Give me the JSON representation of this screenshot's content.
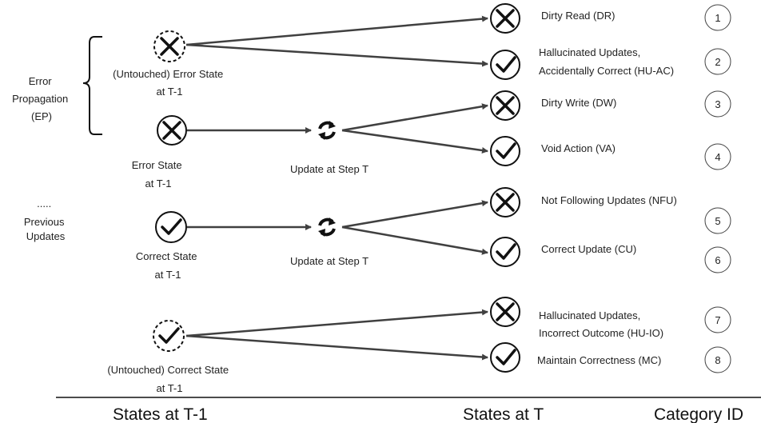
{
  "left_labels": {
    "ep": [
      "Error",
      "Propagation",
      "(EP)"
    ],
    "previous": [
      ".....",
      "Previous",
      "Updates"
    ]
  },
  "source_states": [
    {
      "lines": [
        "(Untouched) Error State",
        "at T-1"
      ],
      "icon": "cross-icon-dashed"
    },
    {
      "lines": [
        "Error State",
        "at T-1"
      ],
      "icon": "cross-icon"
    },
    {
      "lines": [
        "Correct State",
        "at T-1"
      ],
      "icon": "check-icon"
    },
    {
      "lines": [
        "(Untouched) Correct State",
        "at T-1"
      ],
      "icon": "check-icon-dashed"
    }
  ],
  "update_label": "Update at Step T",
  "outcomes": [
    {
      "icon": "cross-icon",
      "lines": [
        "Dirty Read (DR)"
      ],
      "id": "1"
    },
    {
      "icon": "check-icon",
      "lines": [
        "Hallucinated Updates,",
        "Accidentally Correct (HU-AC)"
      ],
      "id": "2"
    },
    {
      "icon": "cross-icon",
      "lines": [
        "Dirty Write (DW)"
      ],
      "id": "3"
    },
    {
      "icon": "check-icon",
      "lines": [
        "Void Action (VA)"
      ],
      "id": "4"
    },
    {
      "icon": "cross-icon",
      "lines": [
        "Not Following Updates (NFU)"
      ],
      "id": "5"
    },
    {
      "icon": "check-icon",
      "lines": [
        "Correct Update (CU)"
      ],
      "id": "6"
    },
    {
      "icon": "cross-icon",
      "lines": [
        "Hallucinated Updates,",
        "Incorrect Outcome (HU-IO)"
      ],
      "id": "7"
    },
    {
      "icon": "check-icon",
      "lines": [
        "Maintain Correctness (MC)"
      ],
      "id": "8"
    }
  ],
  "axis_labels": {
    "left": "States at T-1",
    "middle": "States at T",
    "right": "Category ID"
  },
  "colors": {
    "line": "#404040",
    "icon": "#111111",
    "text": "#222222"
  }
}
